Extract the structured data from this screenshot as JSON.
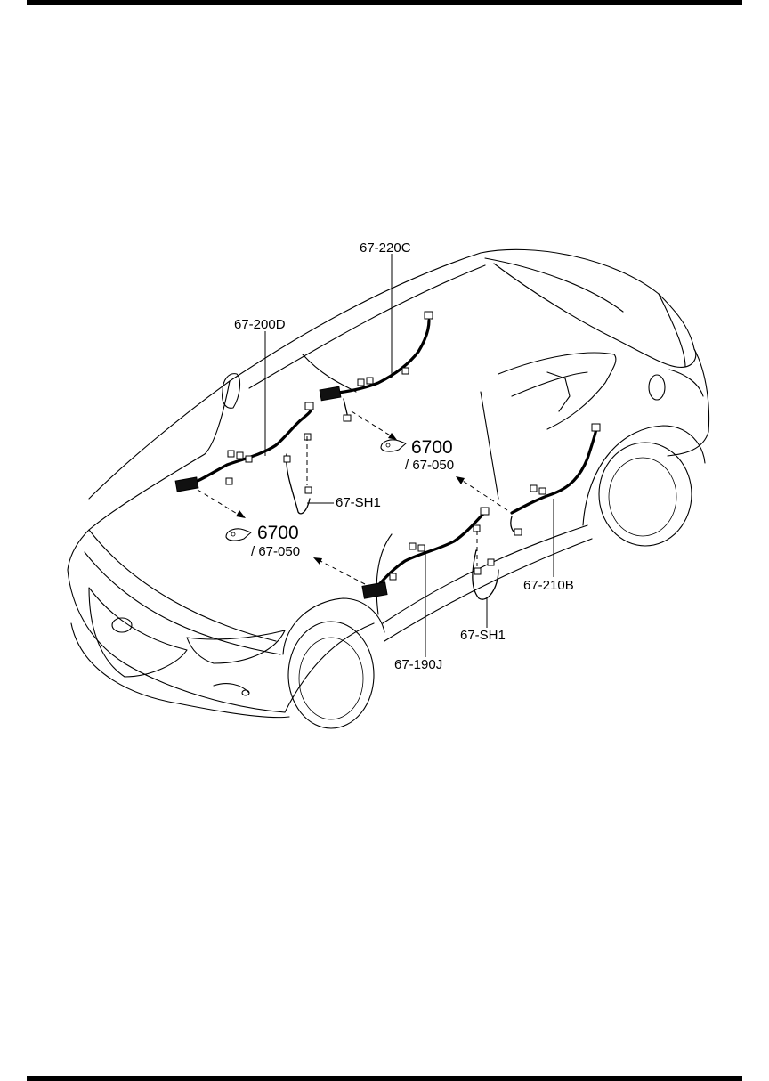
{
  "parts": {
    "p220c": "67-220C",
    "p200d": "67-200D",
    "psh1_left": "67-SH1",
    "p210b": "67-210B",
    "psh1_right": "67-SH1",
    "p190j": "67-190J"
  },
  "refs": [
    {
      "code": "6700",
      "sub": "/ 67-050"
    },
    {
      "code": "6700",
      "sub": "/ 67-050"
    }
  ]
}
